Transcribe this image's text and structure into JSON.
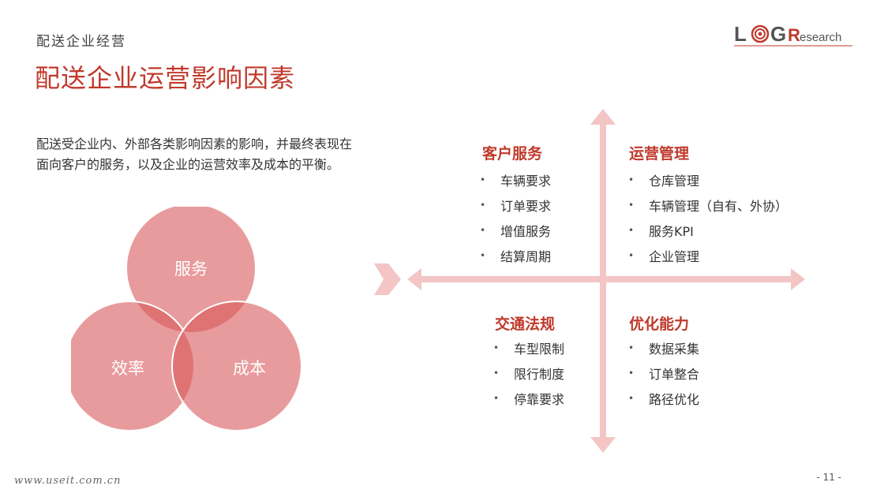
{
  "header": {
    "section": "配送企业经营",
    "title": "配送企业运营影响因素"
  },
  "logo": {
    "text_o": "L",
    "text_g": "G",
    "text_r": "R",
    "text_rest": "esearch"
  },
  "description": "配送受企业内、外部各类影响因素的影响，并最终表现在面向客户的服务，以及企业的运营效率及成本的平衡。",
  "venn": {
    "top": "服务",
    "left": "效率",
    "right": "成本"
  },
  "quadrants": {
    "top_left": {
      "title": "客户服务",
      "items": [
        "车辆要求",
        "订单要求",
        "增值服务",
        "结算周期"
      ]
    },
    "top_right": {
      "title": "运营管理",
      "items": [
        "仓库管理",
        "车辆管理（自有、外协）",
        "服务KPI",
        "企业管理"
      ]
    },
    "bottom_left": {
      "title": "交通法规",
      "items": [
        "车型限制",
        "限行制度",
        "停靠要求"
      ]
    },
    "bottom_right": {
      "title": "优化能力",
      "items": [
        "数据采集",
        "订单整合",
        "路径优化"
      ]
    }
  },
  "footer": {
    "url": "www.useit.com.cn",
    "page": "- 11 -"
  },
  "colors": {
    "accent": "#c0392b",
    "venn_fill": "#d9585a",
    "arrow": "#f3c5c5"
  }
}
